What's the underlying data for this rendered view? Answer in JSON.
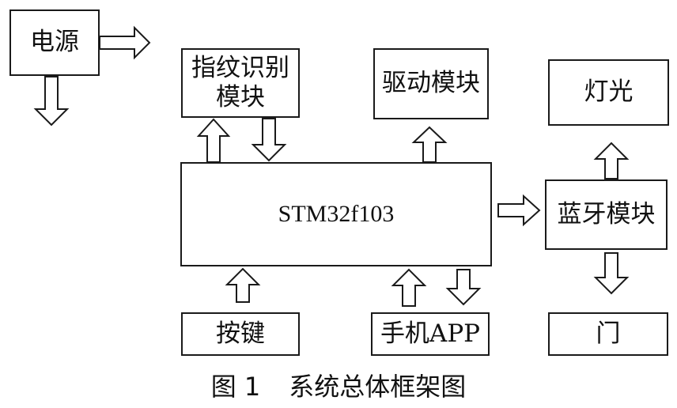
{
  "blocks": {
    "power": "电源",
    "fingerprint_line1": "指纹识别",
    "fingerprint_line2": "模块",
    "driver": "驱动模块",
    "light": "灯光",
    "mcu": "STM32f103",
    "bluetooth": "蓝牙模块",
    "keypad": "按键",
    "phone_app": "手机APP",
    "door": "门"
  },
  "caption": {
    "figure_number": "图 1",
    "title": "系统总体框架图"
  }
}
